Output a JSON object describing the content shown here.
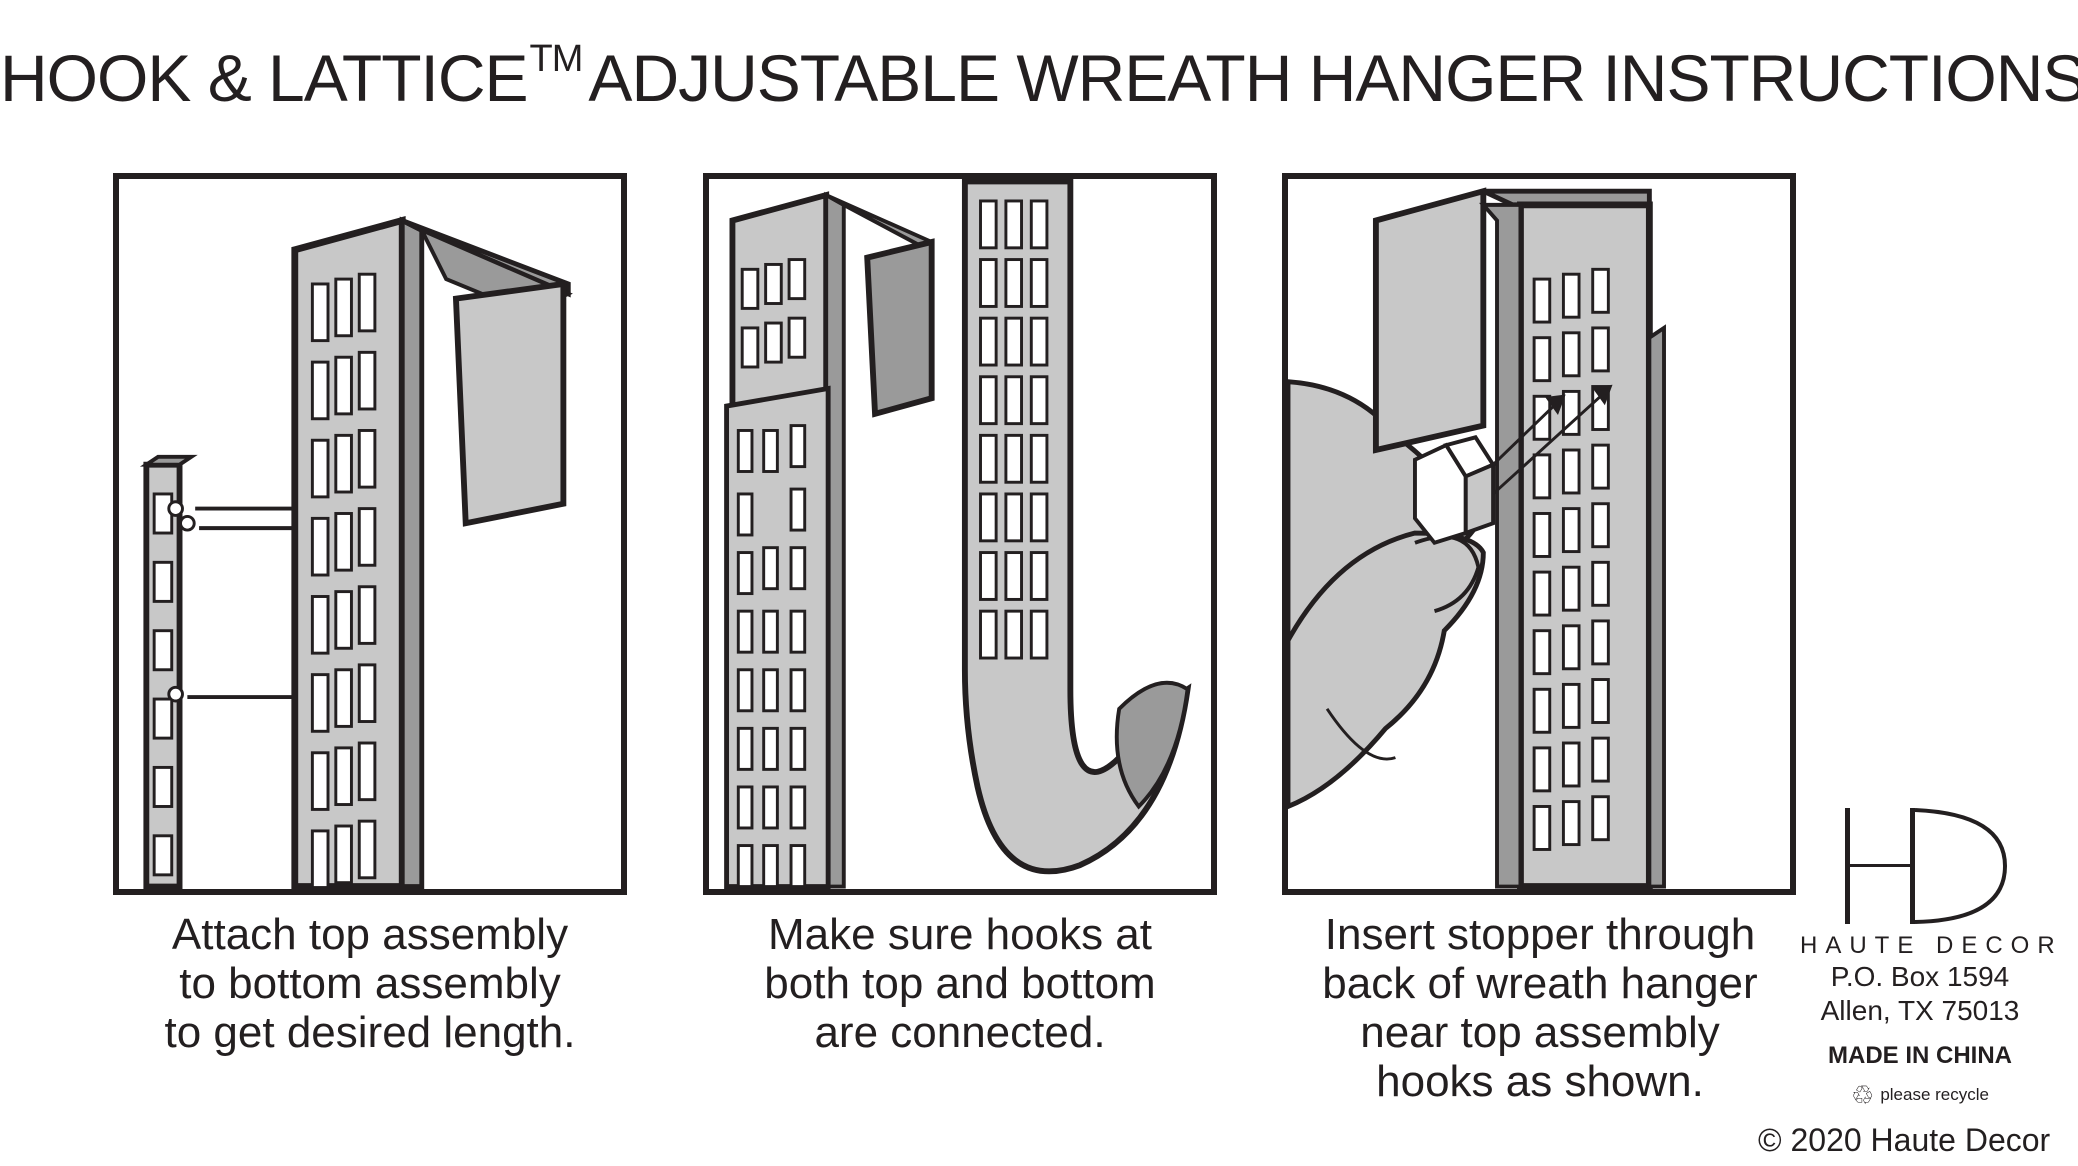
{
  "title": {
    "main": "HOOK & LATTICE",
    "tm": "TM",
    "rest": "ADJUSTABLE WREATH HANGER INSTRUCTIONS"
  },
  "steps": [
    {
      "lines": [
        "Attach top assembly",
        "to bottom assembly",
        "to get desired length."
      ]
    },
    {
      "lines": [
        "Make sure hooks at",
        "both top and bottom",
        "are connected."
      ]
    },
    {
      "lines": [
        "Insert stopper through",
        "back of wreath hanger",
        "near top assembly",
        "hooks as shown."
      ]
    }
  ],
  "brand": {
    "logo_letters": "HD",
    "name": "HAUTE DECOR",
    "address_line1": "P.O. Box 1594",
    "address_line2": "Allen, TX 75013",
    "made_in": "MADE IN CHINA",
    "recycle_icon": "recycle-icon",
    "recycle_text": "please recycle"
  },
  "copyright": "© 2020 Haute Decor",
  "colors": {
    "ink": "#231f20",
    "metal": "#c8c8c8",
    "metal_dark": "#9a9a9a"
  }
}
